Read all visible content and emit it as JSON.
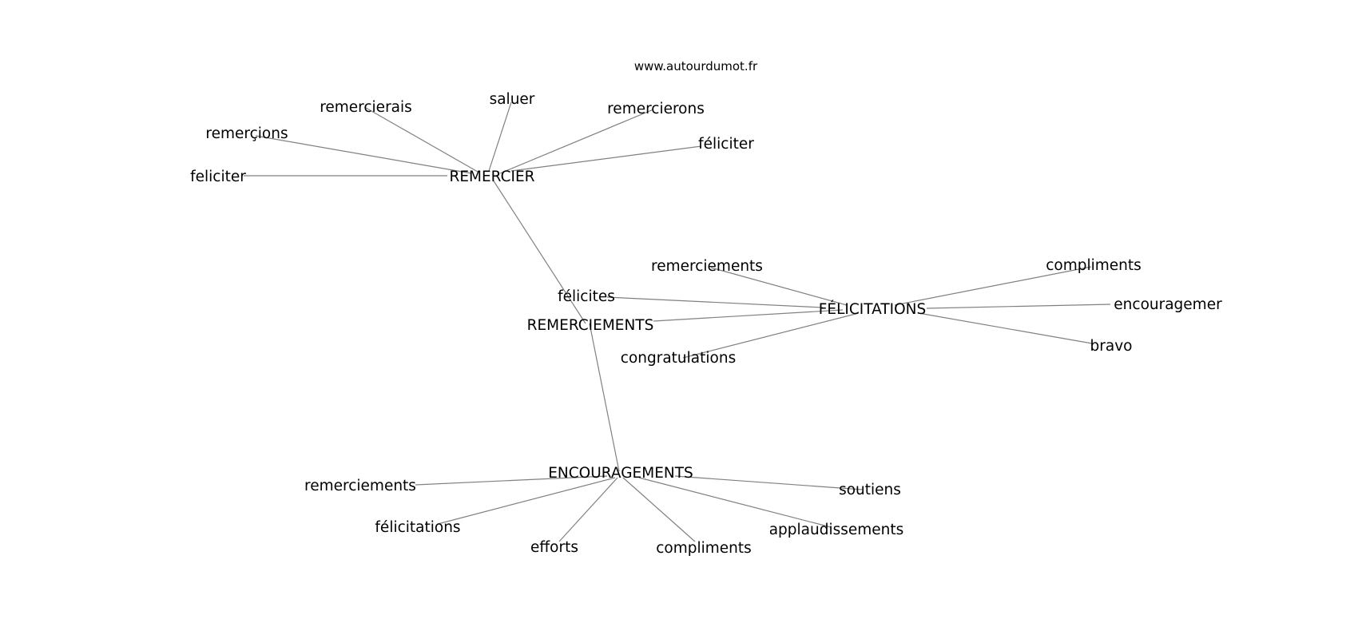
{
  "source_label": "www.autourdumot.fr",
  "hubs": {
    "remercier": "REMERCIER",
    "remerciements": "REMERCIEMENTS",
    "felicitations": "FÉLICITATIONS",
    "encouragements": "ENCOURAGEMENTS"
  },
  "remercier_words": {
    "remercierais": "remercierais",
    "saluer": "saluer",
    "remercierons": "remercierons",
    "remercions": "remerçions",
    "feliciter": "feliciter",
    "feliciter_accent": "féliciter"
  },
  "remerciements_words": {
    "felicites": "félicites"
  },
  "felicitations_words": {
    "remerciements": "remerciements",
    "compliments": "compliments",
    "encouragemer": "encouragemer",
    "bravo": "bravo",
    "congratulations": "congratulations"
  },
  "encouragements_words": {
    "remerciements": "remerciements",
    "felicitations": "félicitations",
    "efforts": "efforts",
    "compliments": "compliments",
    "soutiens": "soutiens",
    "applaudissements": "applaudissements"
  },
  "colors": {
    "edge": "#808080",
    "text": "#000000",
    "background": "#ffffff"
  }
}
